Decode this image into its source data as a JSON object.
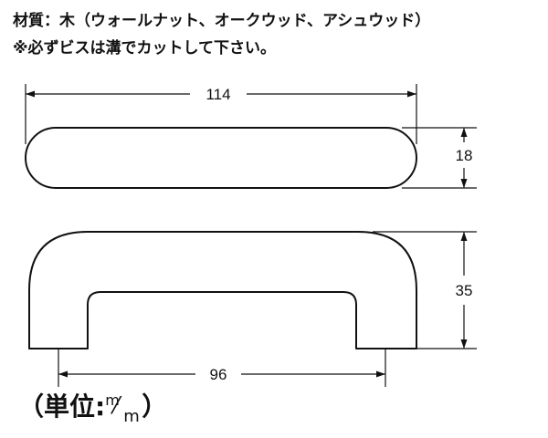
{
  "header": {
    "material_line": "材質：木（ウォールナット、オークウッド、アシュウッド）",
    "note_line": "※必ずビスは溝でカットして下さい。"
  },
  "dimensions": {
    "overall_length": "114",
    "top_height": "18",
    "side_height": "35",
    "inner_span": "96"
  },
  "unit": {
    "open": "（",
    "label": "単位:",
    "num": "m",
    "slash": "⁄",
    "den": "m",
    "close": "）"
  }
}
